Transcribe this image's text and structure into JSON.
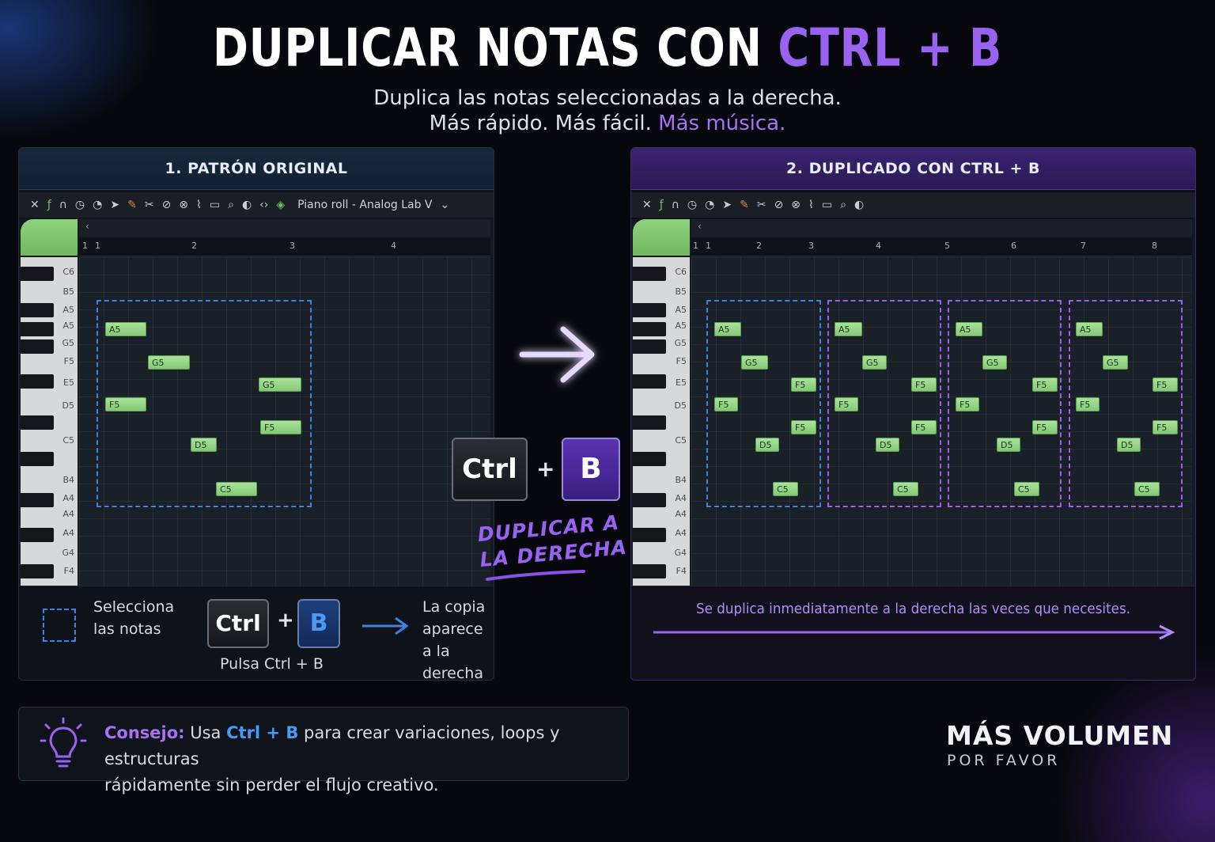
{
  "header": {
    "title_main": "DUPLICAR NOTAS CON",
    "title_highlight": "CTRL + B",
    "subtitle_line1": "Duplica las notas seleccionadas a la derecha.",
    "subtitle_line2_plain": "Más rápido. Más fácil.",
    "subtitle_line2_highlight": "Más música."
  },
  "left_panel": {
    "header": "1. PATRÓN ORIGINAL",
    "toolbar_title": "Piano roll - Analog Lab V",
    "ruler": [
      "1",
      "1",
      "2",
      "3",
      "4"
    ],
    "keys": [
      "C6",
      "B5",
      "A5",
      "A5",
      "G5",
      "F5",
      "E5",
      "D5",
      "C5",
      "B4",
      "A4",
      "A4",
      "A4",
      "G4",
      "F4"
    ],
    "notes": [
      "A5",
      "G5",
      "F5",
      "G5",
      "F5",
      "D5",
      "C5"
    ],
    "instructions": {
      "select_line1": "Selecciona",
      "select_line2": "las notas",
      "key_ctrl": "Ctrl",
      "plus": "+",
      "key_b": "B",
      "press_label": "Pulsa Ctrl + B",
      "result_line1": "La copia aparece",
      "result_line2": "a la derecha"
    }
  },
  "center": {
    "key_ctrl": "Ctrl",
    "plus": "+",
    "key_b": "B",
    "label_line1": "DUPLICAR A",
    "label_line2": "LA DERECHA"
  },
  "right_panel": {
    "header": "2. DUPLICADO CON CTRL + B",
    "ruler": [
      "1",
      "1",
      "2",
      "3",
      "4",
      "5",
      "6",
      "7",
      "8"
    ],
    "keys": [
      "C6",
      "B5",
      "A5",
      "A5",
      "G5",
      "F5",
      "E5",
      "D5",
      "C5",
      "B4",
      "A4",
      "A4",
      "A4",
      "G4",
      "F4"
    ],
    "notes": [
      "A5",
      "G5",
      "F5",
      "F5",
      "F5",
      "D5",
      "C5"
    ],
    "footer": "Se duplica inmediatamente a la derecha las veces que necesites."
  },
  "tip": {
    "label": "Consejo:",
    "text_a": "Usa",
    "keys": "Ctrl + B",
    "text_b": "para crear variaciones, loops y estructuras",
    "text_c": "rápidamente sin perder el flujo creativo."
  },
  "brand": {
    "name": "MÁS VOLUMEN",
    "tagline": "POR FAVOR"
  },
  "colors": {
    "accent_purple": "#9a62f0",
    "accent_blue": "#3b82e6",
    "note_green": "#94d685"
  }
}
